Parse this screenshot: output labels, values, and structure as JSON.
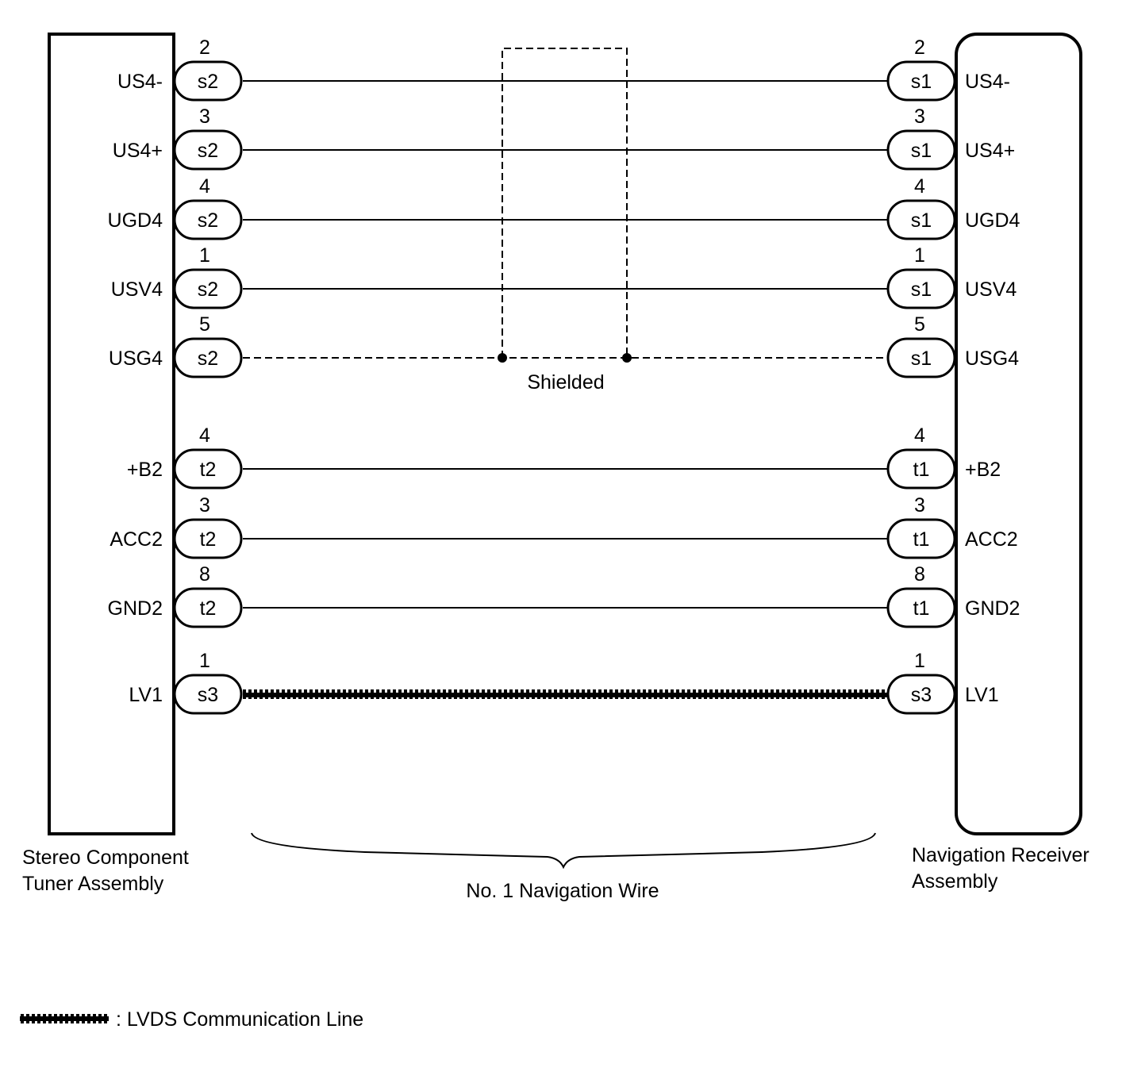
{
  "left_component": {
    "label_line1": "Stereo Component",
    "label_line2": "Tuner Assembly"
  },
  "right_component": {
    "label_line1": "Navigation Receiver",
    "label_line2": "Assembly"
  },
  "wire_bundle_label": "No. 1 Navigation Wire",
  "shield_label": "Shielded",
  "legend": {
    "text": ": LVDS Communication Line"
  },
  "wires": [
    {
      "signal": "US4-",
      "pin": "2",
      "left_connector": "s2",
      "right_connector": "s1",
      "style": "solid"
    },
    {
      "signal": "US4+",
      "pin": "3",
      "left_connector": "s2",
      "right_connector": "s1",
      "style": "solid"
    },
    {
      "signal": "UGD4",
      "pin": "4",
      "left_connector": "s2",
      "right_connector": "s1",
      "style": "solid"
    },
    {
      "signal": "USV4",
      "pin": "1",
      "left_connector": "s2",
      "right_connector": "s1",
      "style": "solid"
    },
    {
      "signal": "USG4",
      "pin": "5",
      "left_connector": "s2",
      "right_connector": "s1",
      "style": "shield"
    },
    {
      "signal": "+B2",
      "pin": "4",
      "left_connector": "t2",
      "right_connector": "t1",
      "style": "solid"
    },
    {
      "signal": "ACC2",
      "pin": "3",
      "left_connector": "t2",
      "right_connector": "t1",
      "style": "solid"
    },
    {
      "signal": "GND2",
      "pin": "8",
      "left_connector": "t2",
      "right_connector": "t1",
      "style": "solid"
    },
    {
      "signal": "LV1",
      "pin": "1",
      "left_connector": "s3",
      "right_connector": "s3",
      "style": "lvds"
    }
  ]
}
